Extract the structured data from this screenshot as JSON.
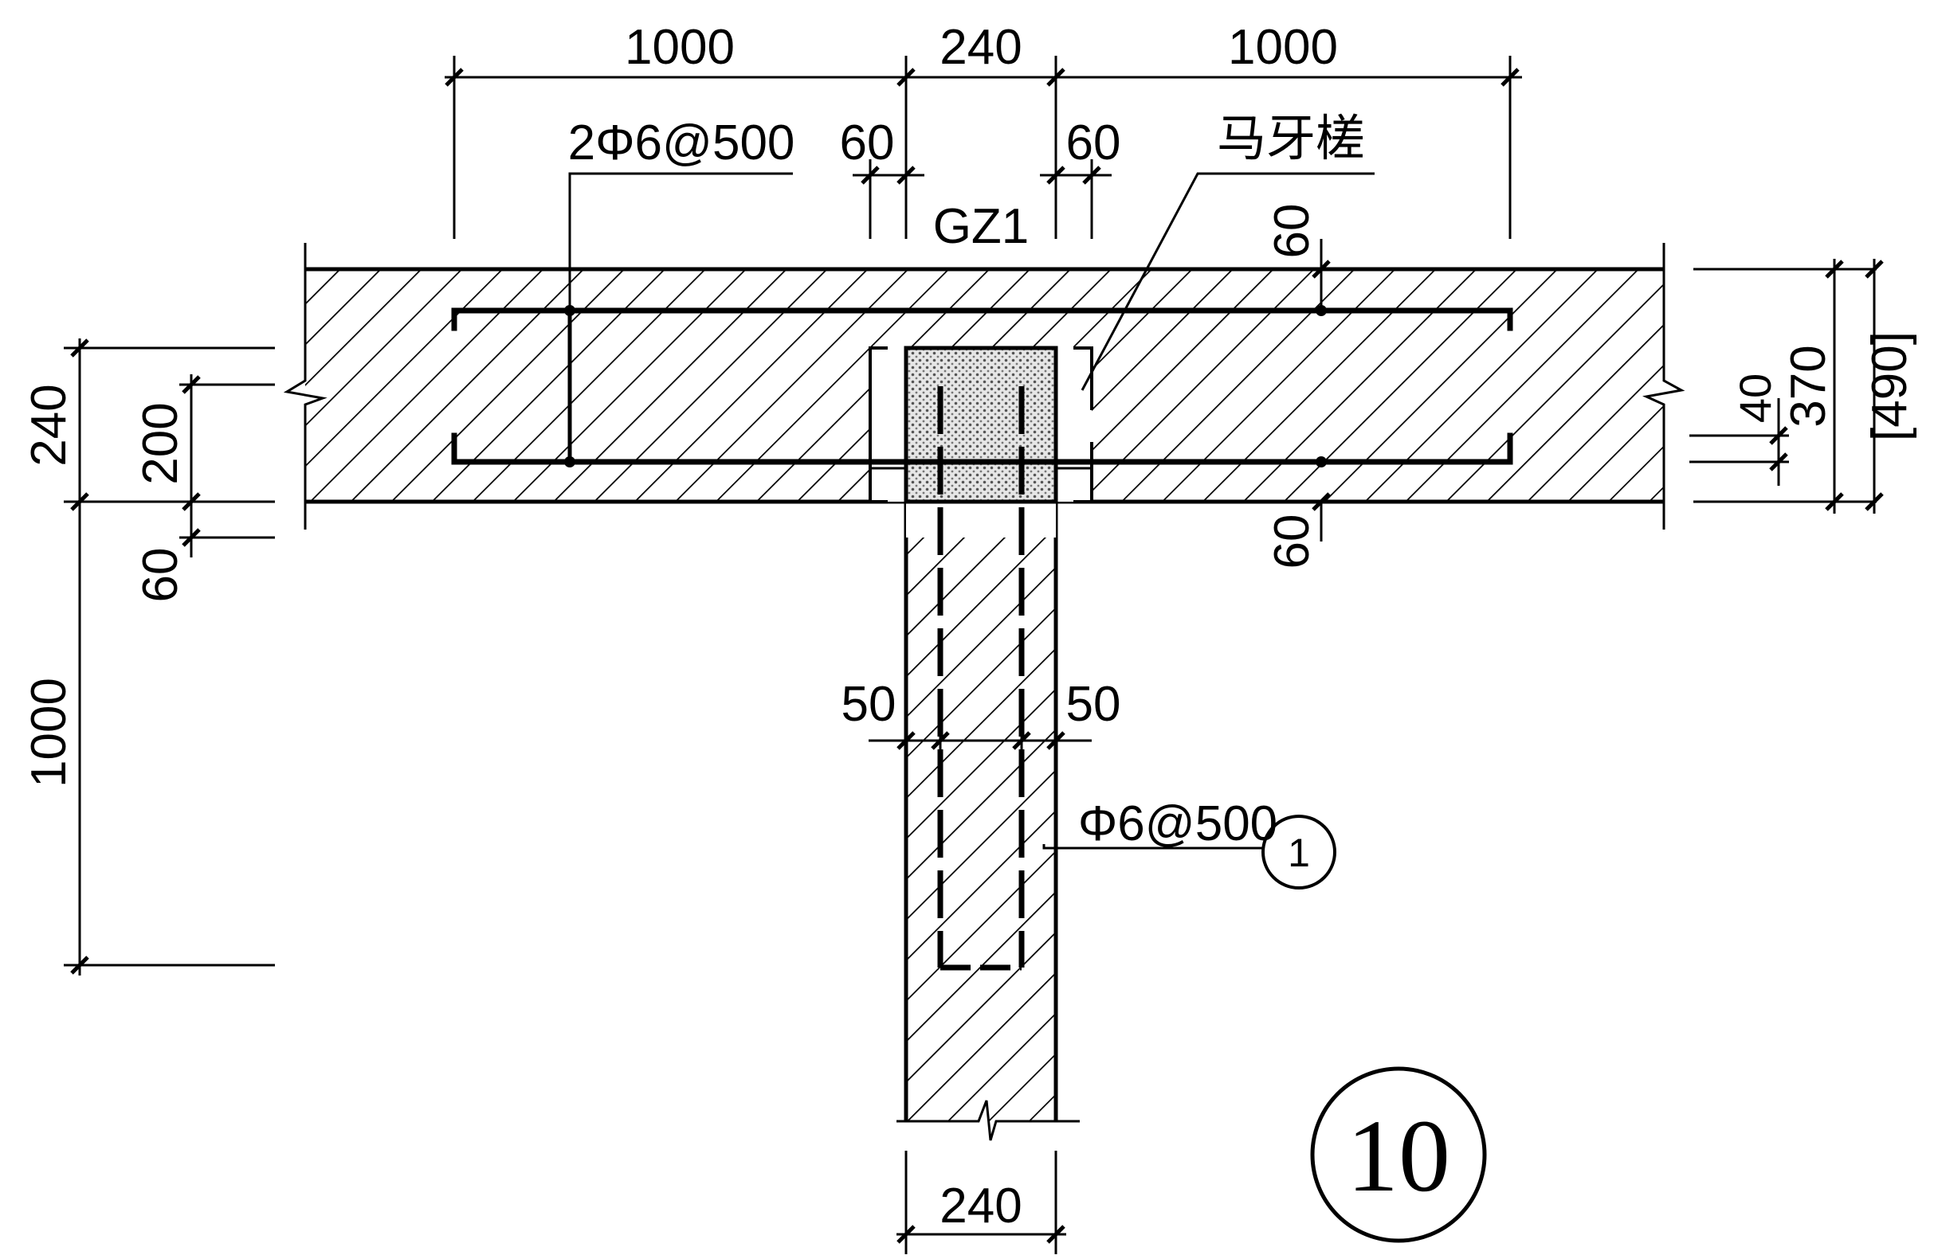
{
  "drawing": {
    "detail_number": "10",
    "column_label": "GZ1",
    "toothed_joint_label": "马牙槎",
    "top_rebar_label": "2Φ6@500",
    "leg_rebar_label": "Φ6@500",
    "leg_rebar_marker": "1",
    "dimensions": {
      "top_left_span": "1000",
      "top_center_span": "240",
      "top_right_span": "1000",
      "top_left_offset": "60",
      "top_right_offset": "60",
      "right_top_offset": "60",
      "right_bottom_offset": "60",
      "right_inner_cover": "40",
      "right_wall_thickness": "370",
      "right_wall_thickness_alt": "[490]",
      "left_wall_thickness": "240",
      "left_inner": "200",
      "left_bottom_offset": "60",
      "left_leg_length": "1000",
      "leg_left_cover": "50",
      "leg_right_cover": "50",
      "bottom_width": "240"
    }
  }
}
